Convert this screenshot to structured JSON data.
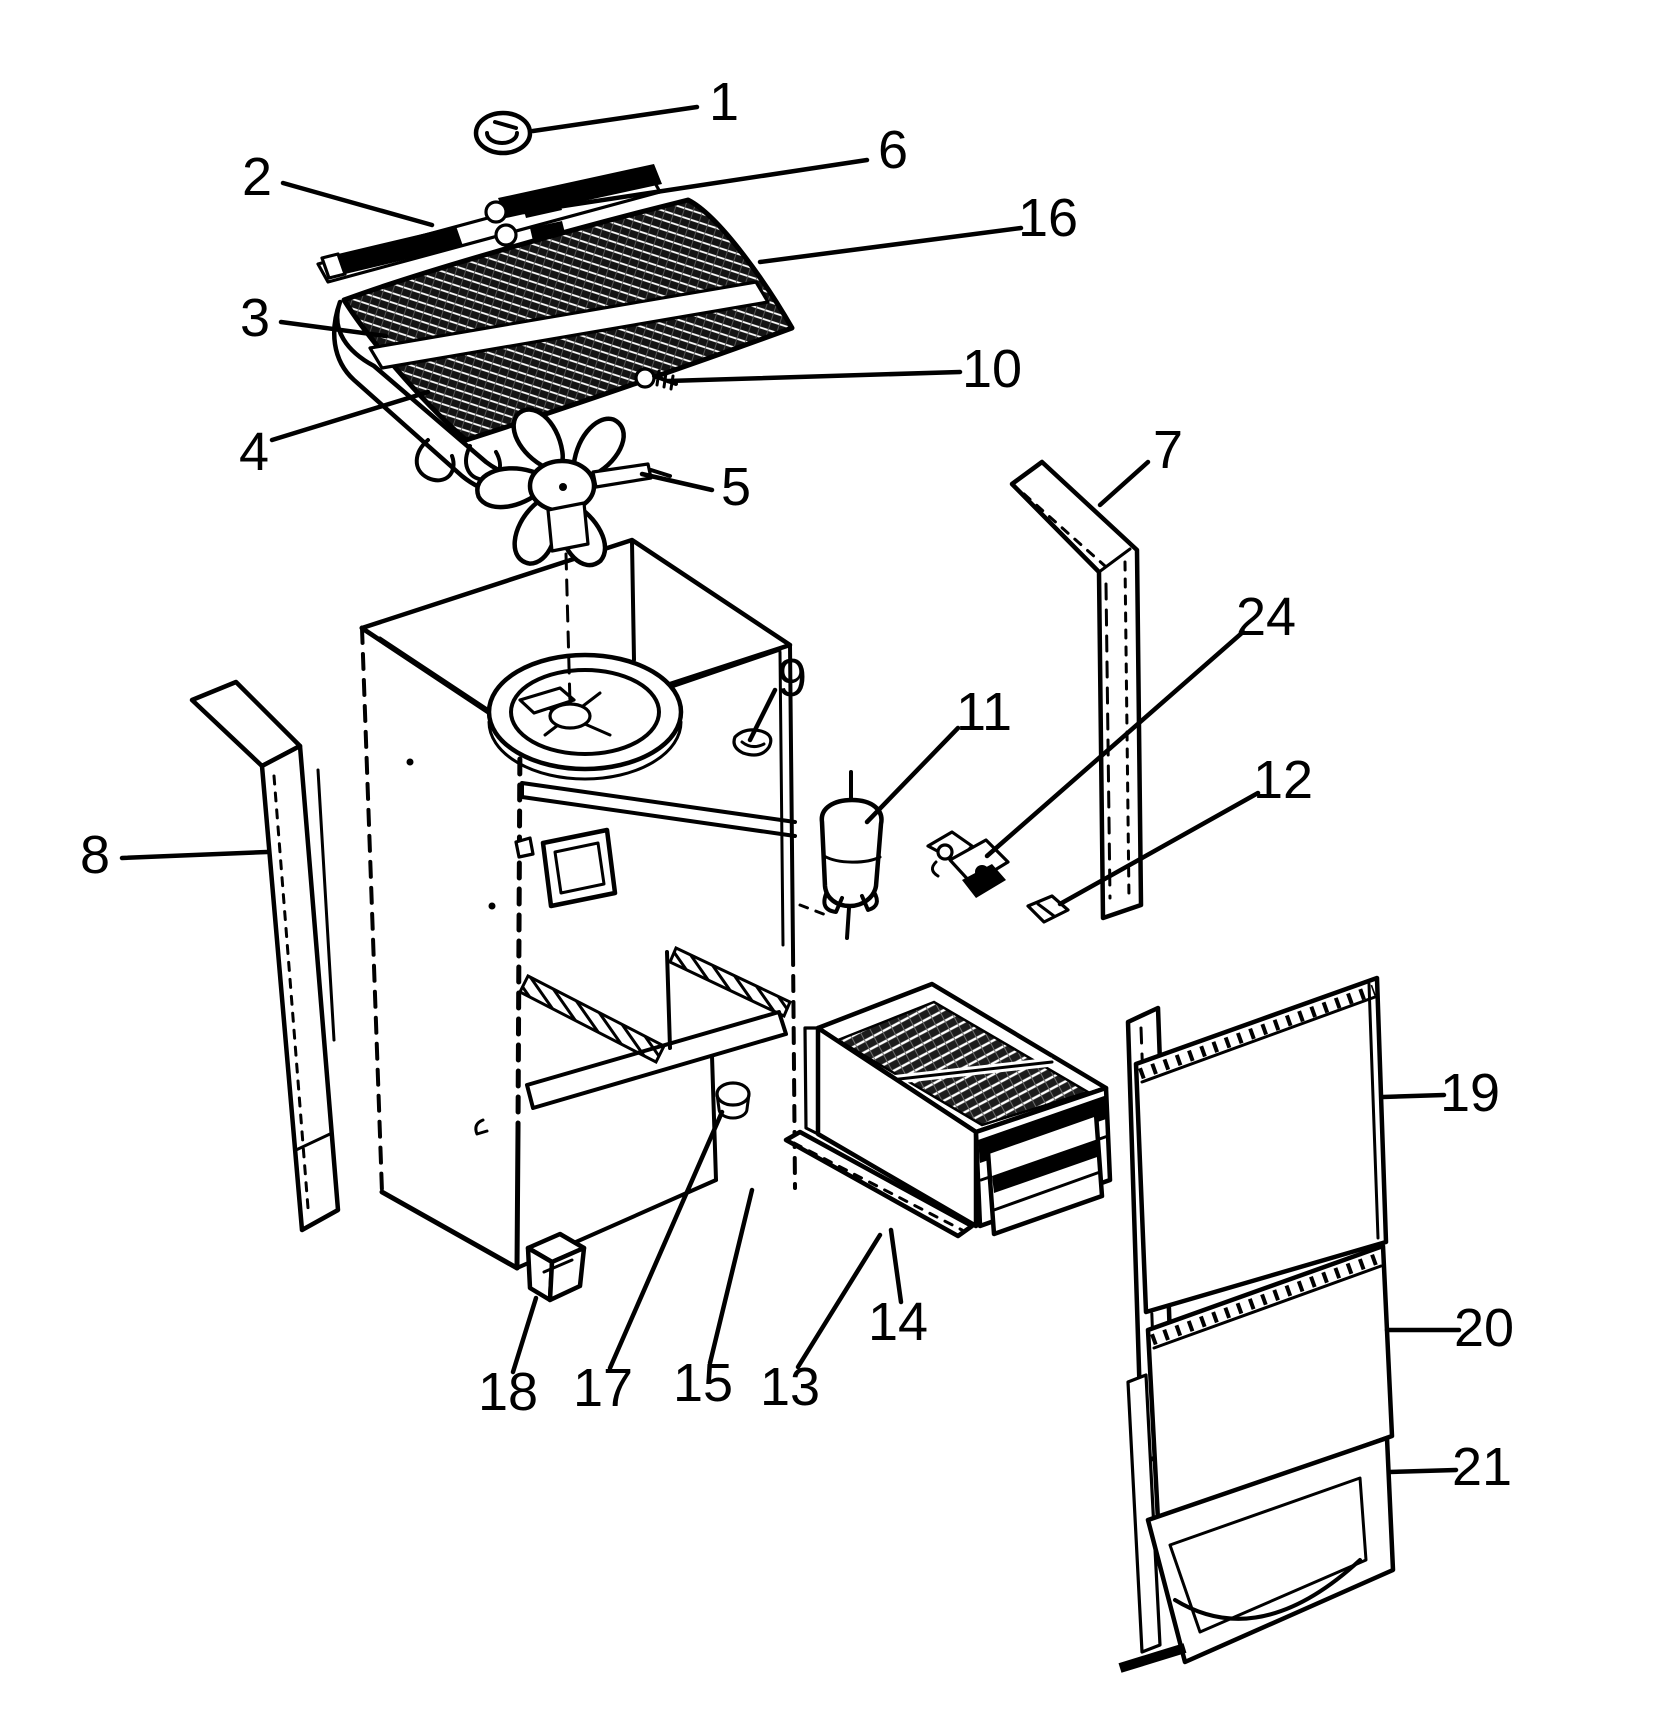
{
  "figure": {
    "type": "exploded-parts-diagram",
    "description": "Black-and-white exploded view line drawing of a dehumidifier unit with numbered part callouts",
    "background_color": "#ffffff",
    "line_color": "#000000",
    "callout_count": 22
  },
  "callouts": [
    {
      "label": "1"
    },
    {
      "label": "2"
    },
    {
      "label": "3"
    },
    {
      "label": "4"
    },
    {
      "label": "5"
    },
    {
      "label": "6"
    },
    {
      "label": "7"
    },
    {
      "label": "8"
    },
    {
      "label": "9"
    },
    {
      "label": "10"
    },
    {
      "label": "11"
    },
    {
      "label": "12"
    },
    {
      "label": "13"
    },
    {
      "label": "14"
    },
    {
      "label": "15"
    },
    {
      "label": "16"
    },
    {
      "label": "17"
    },
    {
      "label": "18"
    },
    {
      "label": "19"
    },
    {
      "label": "20"
    },
    {
      "label": "21"
    },
    {
      "label": "24"
    }
  ]
}
